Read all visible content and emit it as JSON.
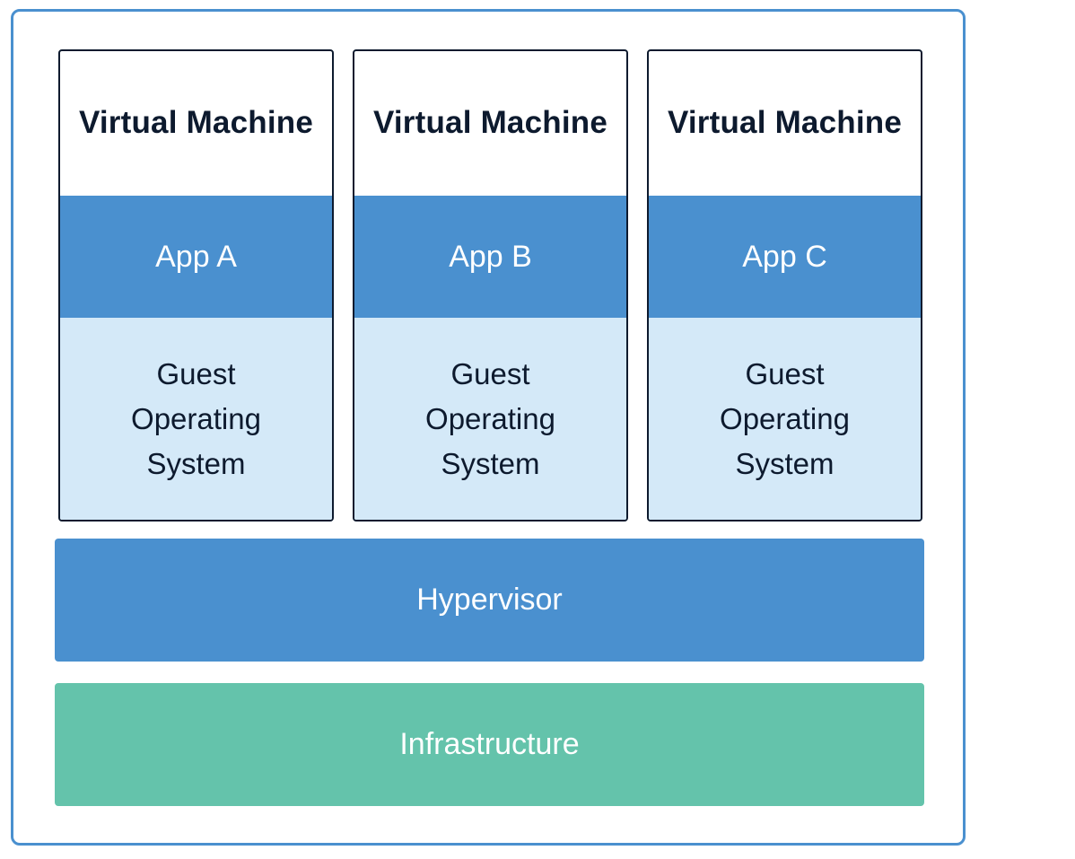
{
  "virtual_machines": [
    {
      "title": "Virtual Machine",
      "app": "App A",
      "os": "Guest Operating System"
    },
    {
      "title": "Virtual Machine",
      "app": "App B",
      "os": "Guest Operating System"
    },
    {
      "title": "Virtual Machine",
      "app": "App C",
      "os": "Guest Operating System"
    }
  ],
  "hypervisor": {
    "label": "Hypervisor"
  },
  "infrastructure": {
    "label": "Infrastructure"
  },
  "colors": {
    "border": "#4a90cf",
    "vm_border": "#0d1a2e",
    "app_fill": "#4a90cf",
    "os_fill": "#d4e9f8",
    "hypervisor_fill": "#4a90cf",
    "infrastructure_fill": "#64c3ab",
    "dark_text": "#0d1a2e"
  }
}
